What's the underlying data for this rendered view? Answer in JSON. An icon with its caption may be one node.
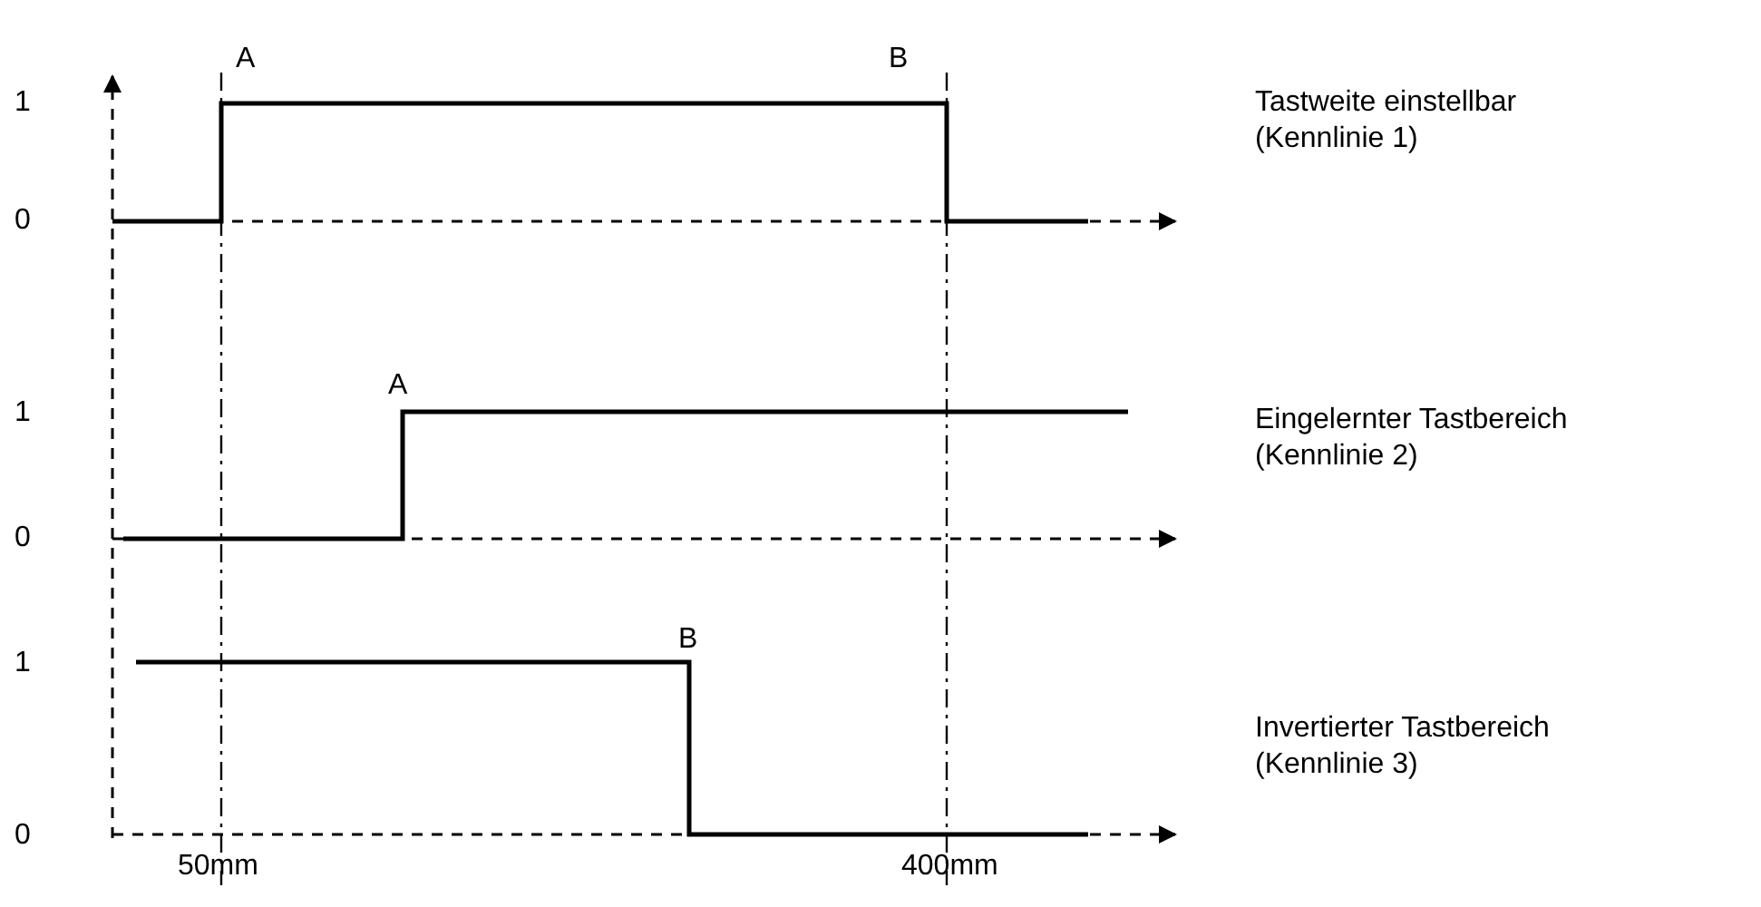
{
  "diagram": {
    "labels": [
      "1",
      "A",
      "B",
      "Tastweite einstellbar (Kennlinie 1)",
      "0",
      "1",
      "A",
      "Eingelernter Tastbereich (Kennlinie 2)",
      "0",
      "1",
      "B",
      "Invertierter Tastbereich (Kennlinie 3)",
      "0",
      "50mm",
      "400mm"
    ]
  }
}
